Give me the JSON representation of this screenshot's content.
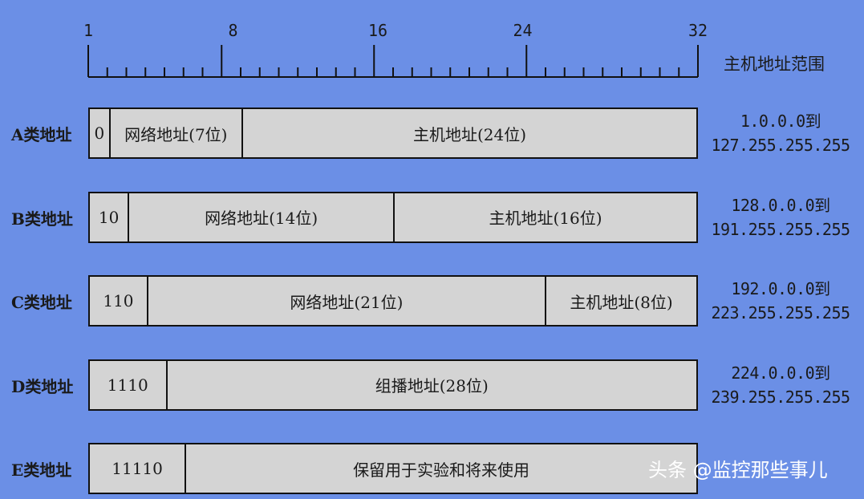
{
  "ruler": {
    "labels": [
      "1",
      "8",
      "16",
      "24",
      "32"
    ],
    "range_title": "主机地址范围"
  },
  "rows": [
    {
      "label": "A类地址",
      "segments": [
        {
          "text": "0",
          "bits": 1
        },
        {
          "text": "网络地址(7位)",
          "bits": 7
        },
        {
          "text": "主机地址(24位)",
          "bits": 24
        }
      ],
      "range": [
        "1.0.0.0到",
        "127.255.255.255"
      ]
    },
    {
      "label": "B类地址",
      "segments": [
        {
          "text": "10",
          "bits": 2
        },
        {
          "text": "网络地址(14位)",
          "bits": 14
        },
        {
          "text": "主机地址(16位)",
          "bits": 16
        }
      ],
      "range": [
        "128.0.0.0到",
        "191.255.255.255"
      ]
    },
    {
      "label": "C类地址",
      "segments": [
        {
          "text": "110",
          "bits": 3
        },
        {
          "text": "网络地址(21位)",
          "bits": 21
        },
        {
          "text": "主机地址(8位)",
          "bits": 8
        }
      ],
      "range": [
        "192.0.0.0到",
        "223.255.255.255"
      ]
    },
    {
      "label": "D类地址",
      "segments": [
        {
          "text": "1110",
          "bits": 4
        },
        {
          "text": "组播地址(28位)",
          "bits": 28
        }
      ],
      "range": [
        "224.0.0.0到",
        "239.255.255.255"
      ]
    },
    {
      "label": "E类地址",
      "segments": [
        {
          "text": "11110",
          "bits": 5
        },
        {
          "text": "保留用于实验和将来使用",
          "bits": 27
        }
      ],
      "range": []
    }
  ],
  "watermark": "头条 @监控那些事儿",
  "colors": {
    "background": "#6B8FE6",
    "bar_fill": "#D4D4D4",
    "line": "#111111"
  }
}
